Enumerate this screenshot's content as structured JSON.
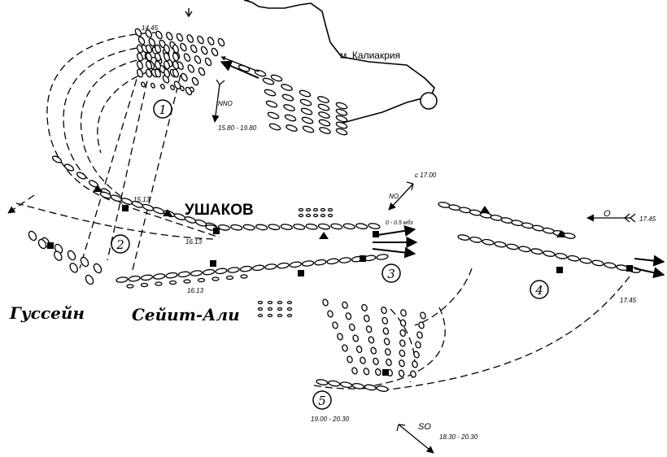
{
  "diagram": {
    "cape_label": "м. Калиакрия",
    "commander_label": "УШАКОВ",
    "enemy_labels": {
      "left": "Гуссейн",
      "right": "Сейит-Али"
    },
    "phases": [
      "1",
      "2",
      "3",
      "4",
      "5"
    ],
    "time_labels": {
      "t1445": "14.45",
      "t1513_top": "15.13",
      "t1513_bottom": "16.13",
      "t1613": "16.13",
      "t1700": "с 17.00",
      "t1745_top": "17.45",
      "t1745_bottom": "17.45",
      "t1900": "19.00 - 20.30",
      "t1830": "18.30 - 20.30",
      "t1580": "15.80 - 19.80"
    },
    "wind_labels": {
      "nno": "NNO",
      "no": "NO",
      "o": "O",
      "so": "SO",
      "dist": "0 - 0.5 мбз"
    }
  }
}
